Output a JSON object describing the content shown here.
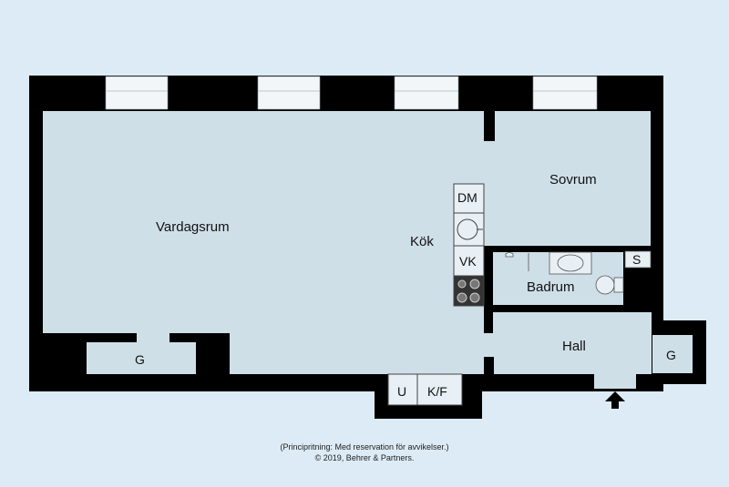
{
  "rooms": {
    "vardagsrum": "Vardagsrum",
    "kok": "Kök",
    "sovrum": "Sovrum",
    "badrum": "Badrum",
    "hall": "Hall"
  },
  "fixtures": {
    "dishwasher": "DM",
    "fridge": "VK",
    "closet_left": "G",
    "closet_right": "G",
    "cabinet_s": "S",
    "storage_u": "U",
    "storage_kf": "K/F"
  },
  "entrance_icon": "arrow-up-icon",
  "colors": {
    "background": "#dcebf5",
    "floor": "#cfdfe8",
    "wall": "#000000",
    "window": "#f2f6f8"
  },
  "footer": {
    "disclaimer": "(Principritning: Med reservation för avvikelser.)",
    "copyright": "© 2019, Behrer & Partners."
  }
}
